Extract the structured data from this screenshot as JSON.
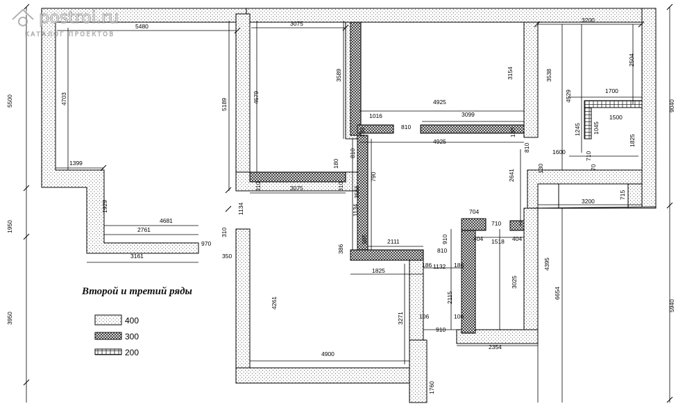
{
  "watermark": {
    "site": "postroi.ru",
    "tagline": "КАТАЛОГ ПРОЕКТОВ"
  },
  "legend": {
    "title": "Второй и третий ряды",
    "items": [
      {
        "label": "400",
        "pattern": "sparse-dots"
      },
      {
        "label": "300",
        "pattern": "crosshatch"
      },
      {
        "label": "200",
        "pattern": "brick"
      }
    ]
  },
  "dimensions": {
    "d5480": "5480",
    "d3075a": "3075",
    "d3200a": "3200",
    "d5500": "5500",
    "d4703": "4703",
    "d5189": "5189",
    "d4579": "4579",
    "d3589": "3589",
    "d3154": "3154",
    "d3538": "3538",
    "d4529": "4529",
    "d2504": "2504",
    "d9040": "9040",
    "d1700": "1700",
    "d4925a": "4925",
    "d1016": "1016",
    "d3099": "3099",
    "d810a": "810",
    "d1245": "1245",
    "d1045": "1045",
    "d1500": "1500",
    "d1825a": "1825",
    "d130a": "130",
    "d130b": "130",
    "d4925b": "4925",
    "d810b": "810",
    "d810c": "810",
    "d1600": "1600",
    "d710a": "710",
    "d70": "70",
    "d1399": "1399",
    "d180": "180",
    "d790": "790",
    "d2641": "2641",
    "d310a": "310",
    "d3075b": "3075",
    "d310b": "310",
    "d3556": "3556",
    "d130c": "130",
    "d715": "715",
    "d1929": "1929",
    "d1134a": "1134",
    "d1134b": "1134",
    "d3200b": "3200",
    "d4681": "4681",
    "d704": "704",
    "d710b": "710",
    "d2761": "2761",
    "d310c": "310",
    "d1950": "1950",
    "d386": "386",
    "d585": "585",
    "d2111": "2111",
    "d910a": "910",
    "d404a": "404",
    "d1518": "1518",
    "d404b": "404",
    "d970": "970",
    "d3161": "3161",
    "d350": "350",
    "d810d": "810",
    "d186a": "186",
    "d1132": "1132",
    "d186b": "186",
    "d4395": "4395",
    "d1825b": "1825",
    "d3025": "3025",
    "d6654": "6654",
    "d4261": "4261",
    "d2115": "2115",
    "d3271": "3271",
    "d3950": "3950",
    "d5940": "5940",
    "d106a": "106",
    "d106b": "106",
    "d910b": "910",
    "d4900": "4900",
    "d2354": "2354",
    "d1760": "1760"
  }
}
